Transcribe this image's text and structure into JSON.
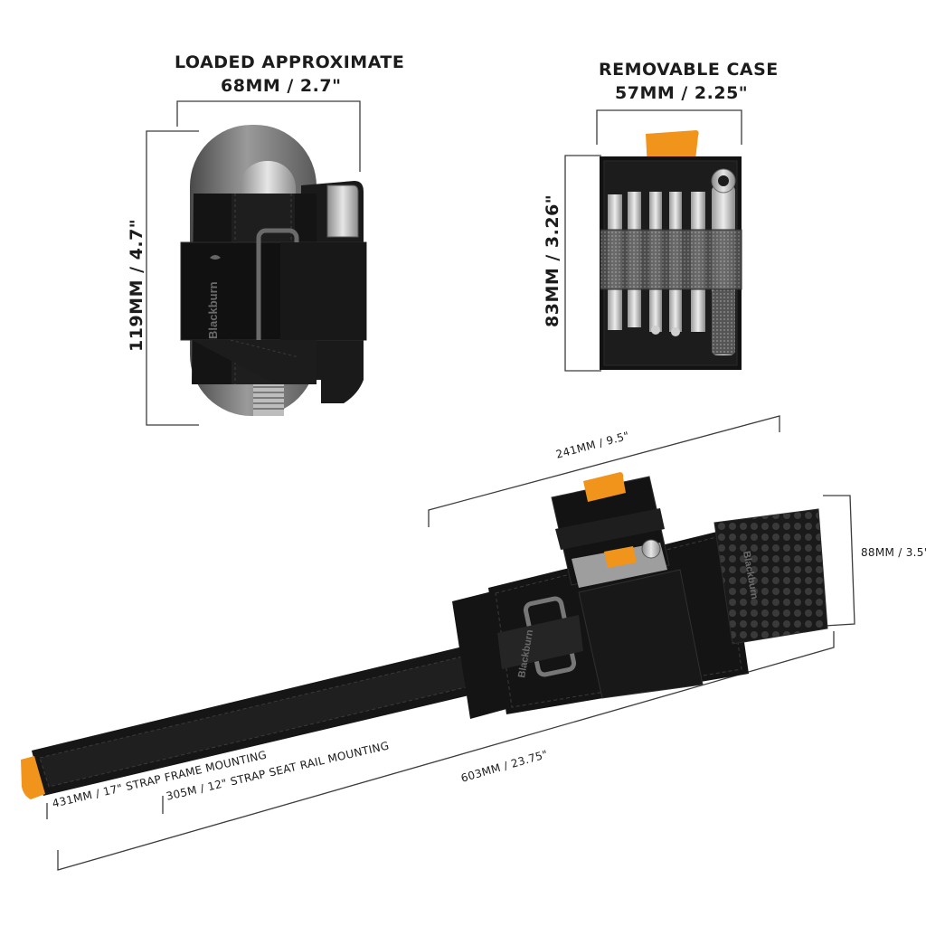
{
  "labels": {
    "loaded_title": "LOADED APPROXIMATE",
    "loaded_width": "68MM / 2.7\"",
    "loaded_height": "119MM / 4.7\"",
    "case_title": "REMOVABLE CASE",
    "case_width": "57MM / 2.25\"",
    "case_height": "83MM / 3.26\"",
    "wrap_width": "241MM / 9.5\"",
    "wrap_height": "88MM / 3.5\"",
    "total_length": "603MM / 23.75\"",
    "strap_frame": "431MM / 17\" STRAP FRAME MOUNTING",
    "strap_seat": "305M / 12\" STRAP SEAT RAIL MOUNTING"
  },
  "brand": {
    "logo_text": "Blackburn",
    "tool_logo_text": "Blackburn"
  },
  "colors": {
    "accent_orange": "#f0941c",
    "body_black": "#141414",
    "cartridge_gray": "#6f6f6f",
    "dimension_line": "#3c3c3c"
  }
}
